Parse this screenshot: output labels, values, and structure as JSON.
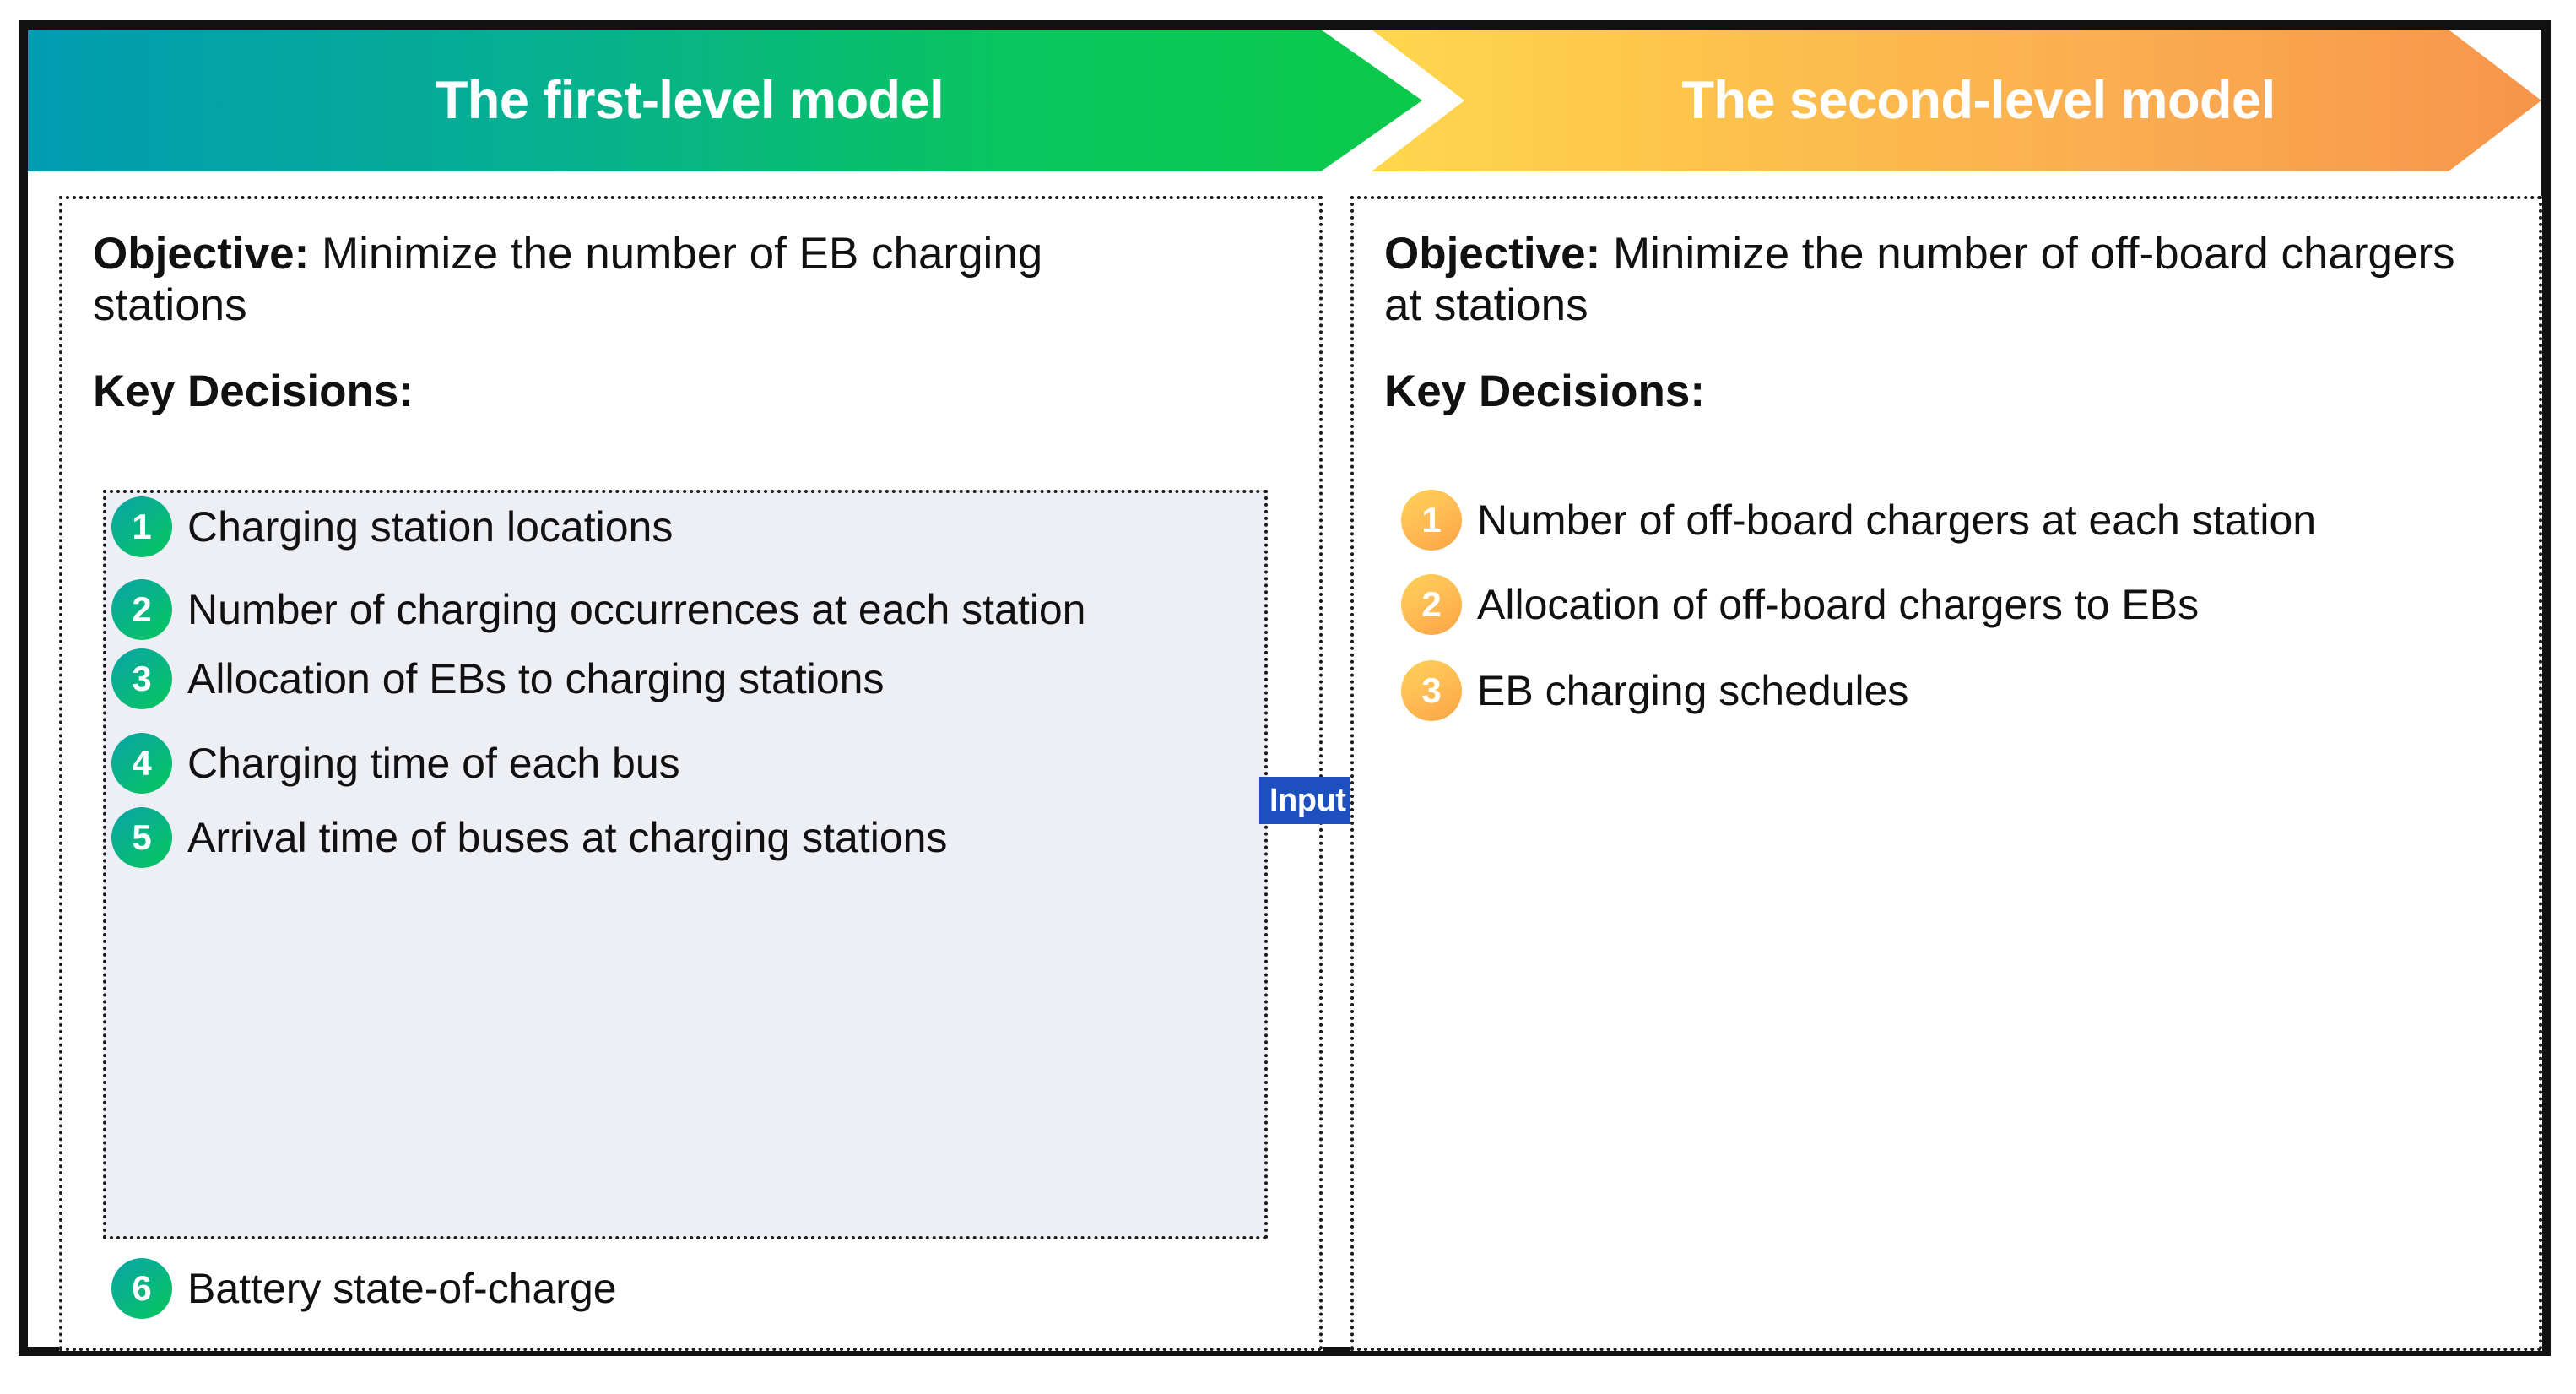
{
  "header": {
    "left_title": "The first-level model",
    "right_title": "The second-level model",
    "left_gradient_from": "#029cb2",
    "left_gradient_to": "#0bc94a",
    "right_gradient_from": "#ffd74e",
    "right_gradient_to": "#f7954b"
  },
  "connector": {
    "label": "Input",
    "color": "#1d4fbe",
    "direction": "right"
  },
  "left_panel": {
    "objective_label": "Objective:",
    "objective_text": " Minimize the number of EB charging stations",
    "key_decisions_label": "Key Decisions:",
    "badge_color_from": "#0aa4a8",
    "badge_color_to": "#07c85a",
    "highlight_background": "#eeeff4",
    "decisions": [
      {
        "num": "1",
        "text": "Charging station locations"
      },
      {
        "num": "2",
        "text": "Number of charging occurrences at each station"
      },
      {
        "num": "3",
        "text": "Allocation of EBs to charging stations"
      },
      {
        "num": "4",
        "text": "Charging time of each bus"
      },
      {
        "num": "5",
        "text": "Arrival time of buses at charging stations"
      },
      {
        "num": "6",
        "text": "Battery state-of-charge"
      }
    ]
  },
  "right_panel": {
    "objective_label": "Objective:",
    "objective_text": " Minimize the number of off-board chargers at stations",
    "key_decisions_label": "Key Decisions:",
    "badge_color_from": "#ffd257",
    "badge_color_to": "#fca345",
    "decisions": [
      {
        "num": "1",
        "text": "Number of off-board chargers at each station"
      },
      {
        "num": "2",
        "text": "Allocation of off-board chargers to EBs"
      },
      {
        "num": "3",
        "text": "EB charging schedules"
      }
    ]
  }
}
